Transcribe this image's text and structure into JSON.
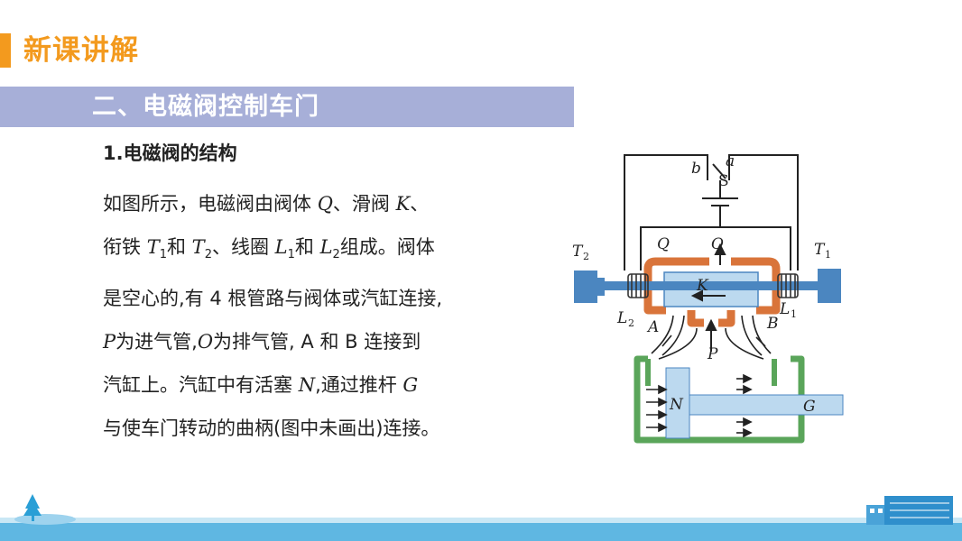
{
  "header": {
    "title": "新课讲解"
  },
  "section": {
    "title": "二、电磁阀控制车门"
  },
  "subsection": {
    "title": "1.电磁阀的结构"
  },
  "body": {
    "lines": [
      [
        "如图所示，电磁阀由阀体 ",
        {
          "i": "Q"
        },
        "、滑阀 ",
        {
          "i": "K"
        },
        "、"
      ],
      [
        "衔铁 ",
        {
          "i": "T",
          "sub": "1"
        },
        "和 ",
        {
          "i": "T",
          "sub": "2"
        },
        "、线圈 ",
        {
          "i": "L",
          "sub": "1"
        },
        "和 ",
        {
          "i": "L",
          "sub": "2"
        },
        "组成。阀体"
      ],
      [
        "是空心的,有 4 根管路与阀体或汽缸连接,"
      ],
      [
        {
          "i": "P"
        },
        "为进气管,",
        {
          "i": "O"
        },
        "为排气管, A 和 B 连接到"
      ],
      [
        "汽缸上。汽缸中有活塞 ",
        {
          "i": "N"
        },
        ",通过推杆 ",
        {
          "i": "G"
        }
      ],
      [
        "与使车门转动的曲柄(图中未画出)连接。"
      ]
    ]
  },
  "figure": {
    "labels": {
      "b": "b",
      "a": "a",
      "S": "S",
      "Q": "Q",
      "O": "O",
      "T2": "T",
      "T2sub": "2",
      "T1": "T",
      "T1sub": "1",
      "K": "K",
      "L2": "L",
      "L2sub": "2",
      "L1": "L",
      "L1sub": "1",
      "A": "A",
      "B": "B",
      "P": "P",
      "N": "N",
      "G": "G"
    },
    "colors": {
      "valve_body": "#d9743a",
      "cylinder": "#5aa55a",
      "slider": "#bcd9ef",
      "armature": "#4b86c0",
      "wire": "#222222"
    }
  },
  "colors": {
    "accent": "#f39a1e",
    "banner": "#a7afd8",
    "strip": "#5fb7e2"
  }
}
